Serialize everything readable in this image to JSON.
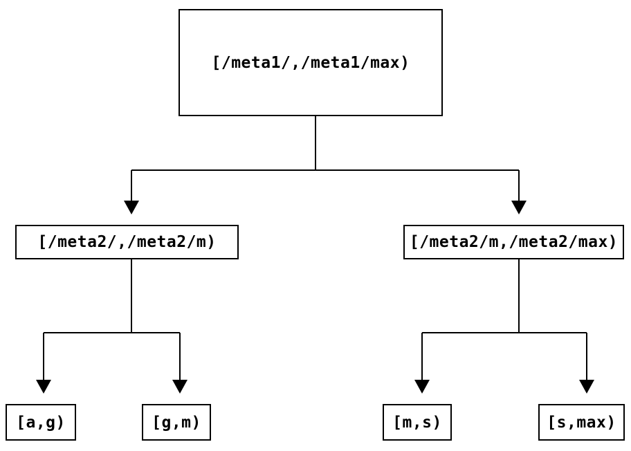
{
  "diagram": {
    "type": "tree",
    "background_color": "#ffffff",
    "line_color": "#000000",
    "nodes": {
      "root": {
        "label": "[/meta1/,/meta1/max)"
      },
      "meta2_low": {
        "label": "[/meta2/,/meta2/m)"
      },
      "meta2_high": {
        "label": "[/meta2/m,/meta2/max)"
      },
      "leaf_ag": {
        "label": "[a,g)"
      },
      "leaf_gm": {
        "label": "[g,m)"
      },
      "leaf_ms": {
        "label": "[m,s)"
      },
      "leaf_smax": {
        "label": "[s,max)"
      }
    },
    "edges": [
      {
        "from": "root",
        "to": "meta2_low"
      },
      {
        "from": "root",
        "to": "meta2_high"
      },
      {
        "from": "meta2_low",
        "to": "leaf_ag"
      },
      {
        "from": "meta2_low",
        "to": "leaf_gm"
      },
      {
        "from": "meta2_high",
        "to": "leaf_ms"
      },
      {
        "from": "meta2_high",
        "to": "leaf_smax"
      }
    ]
  }
}
